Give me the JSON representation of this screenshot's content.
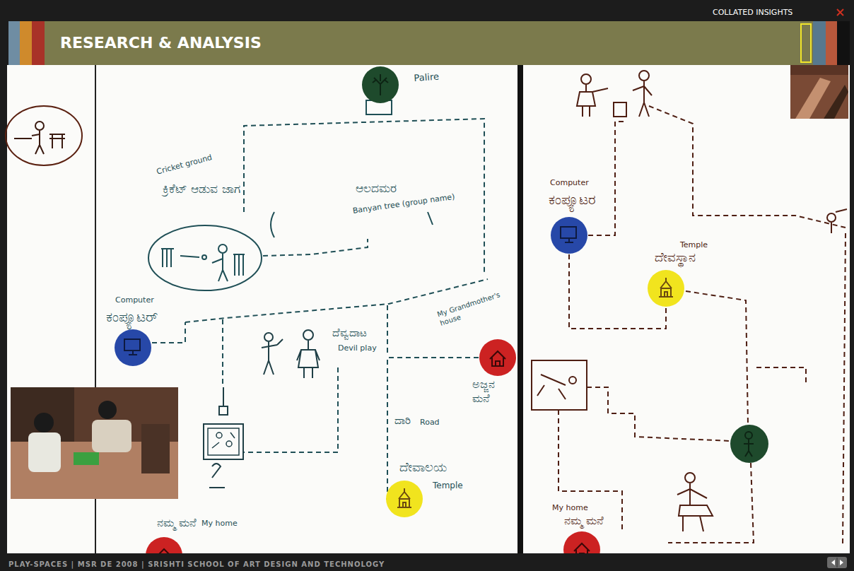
{
  "diagram": {
    "title": "RESEARCH & ANALYSIS",
    "nodes": [
      {
        "text": [
          "Palire"
        ]
      },
      {
        "text": [
          "Cricket ground",
          "ಕ್ರಿಕೆಟ್ ಆಡುವ ಜಾಗ"
        ]
      },
      {
        "text": [
          "Computer",
          "ಕಂಪ್ಯೂಟರ್"
        ]
      },
      {
        "text": [
          "My Grandmother's house",
          "ಅಜ್ಜನ ಮನೆ"
        ]
      },
      {
        "text": [
          "ದೇವಾಲಯ",
          "Temple"
        ]
      },
      {
        "text": [
          "ನಮ್ಮ ಮನೆ",
          "My home"
        ]
      },
      {
        "text": [
          "Computer",
          "ಕಂಪ್ಯೂಟರ"
        ]
      },
      {
        "text": [
          "Temple",
          "ದೇವಸ್ಥಾನ"
        ]
      },
      {
        "text": [
          "My home",
          "ನಮ್ಮ ಮನೆ"
        ]
      }
    ],
    "edges": [
      {
        "from": 3,
        "to": 4,
        "arrow": "none"
      },
      {
        "from": 6,
        "to": 7,
        "arrow": "none"
      }
    ],
    "labels": [
      "COLLATED INSIGHTS",
      "ಆಲದಮರ",
      "Banyan tree (group name)",
      "ದೆವ್ವದಾಟ",
      "Devil play",
      "ದಾರಿ",
      "Road",
      "PLAY-SPACES | MSR DE 2008 | SRISHTI SCHOOL OF ART DESIGN AND TECHNOLOGY"
    ]
  }
}
